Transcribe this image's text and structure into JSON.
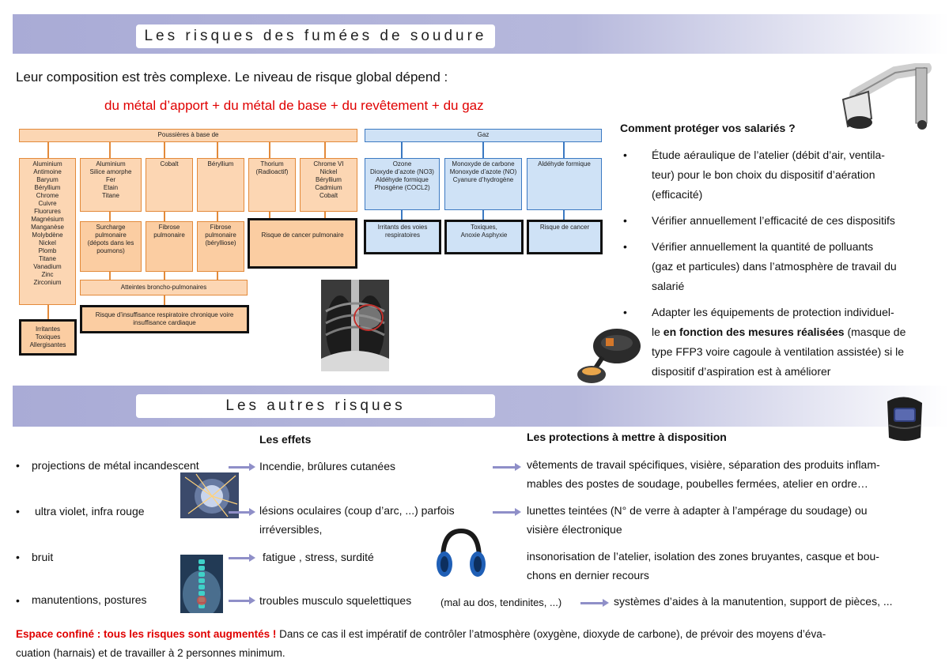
{
  "section1": {
    "title": "Les risques des fumées de soudure",
    "intro": "Leur composition est très complexe. Le niveau de risque global dépend :",
    "formula": "du métal d’apport + du métal de base + du revêtement + du gaz"
  },
  "diagram": {
    "dust_header": "Poussières à base de",
    "gas_header": "Gaz",
    "col1": "Aluminium\nAntimoine\nBaryum\nBéryllium\nChrome\nCuivre\nFluorures\nMagnésium\nManganèse\nMolybdène\nNickel\nPlomb\nTitane\nVanadium\nZinc\nZirconium",
    "col2": "Aluminium\nSilice amorphe\nFer\nEtain\nTitane",
    "col3": "Cobalt",
    "col4": "Béryllium",
    "col5": "Thorium\n(Radioactif)",
    "col6": "Chrome VI\nNickel\nBéryllium\nCadmium\nCobalt",
    "gas1": "Ozone\nDioxyde d’azote (NO3)\nAldéhyde formique\nPhosgène (COCL2)",
    "gas2": "Monoxyde de carbone\nMonoxyde d’azote (NO)\nCyanure d’hydrogène",
    "gas3": "Aldéhyde formique",
    "effect_irritantes": "Irritantes\nToxiques\nAllergisantes",
    "effect_surcharge": "Surcharge\npulmonaire\n(dépots dans les\npoumons)",
    "effect_fibrose1": "Fibrose\npulmonaire",
    "effect_fibrose2": "Fibrose\npulmonaire\n(bérylliose)",
    "effect_cancer": "Risque de cancer pulmonaire",
    "effect_broncho": "Atteintes broncho-pulmonaires",
    "effect_insuffisance": "Risque d’insuffisance respiratoire chronique voire\ninsuffisance cardiaque",
    "gas_effect1": "Irritants des voies\nrespiratoires",
    "gas_effect2": "Toxiques,\nAnoxie Asphyxie",
    "gas_effect3": "Risque de cancer"
  },
  "protection": {
    "heading": "Comment protéger vos salariés ?",
    "items": [
      [
        "Étude aéraulique de l’atelier (débit d’air, ventila-",
        "teur) pour le bon choix du dispositif d’aération",
        "(efficacité)"
      ],
      [
        "Vérifier annuellement l’efficacité de ces dispositifs"
      ],
      [
        "Vérifier annuellement la quantité de polluants",
        "(gaz et particules) dans l’atmosphère de travail du",
        "salarié"
      ]
    ],
    "last_item": {
      "l1": "Adapter les équipements de protection individuel-",
      "l2a": "le ",
      "l2b": "en fonction des mesures réalisées",
      "l2c": " (masque de",
      "l3": "type FFP3 voire cagoule à ventilation assistée) si le",
      "l4": "dispositif d’aspiration est à améliorer"
    }
  },
  "section2": {
    "title": "Les autres risques",
    "effects_header": "Les effets",
    "protections_header": "Les protections  à mettre à disposition",
    "rows": [
      {
        "risk": "projections de métal incandescent",
        "effect": "Incendie, brûlures cutanées",
        "protection_l1": "vêtements de travail spécifiques, visière, séparation des produits inflam-",
        "protection_l2": "mables des postes de soudage, poubelles fermées, atelier en ordre…"
      },
      {
        "risk": "ultra violet, infra rouge",
        "effect": "lésions oculaires (coup d’arc, ...) parfois",
        "effect_l2": "irréversibles,",
        "protection_l1": "lunettes teintées (N° de verre à adapter à l’ampérage du soudage) ou",
        "protection_l2": "visière électronique"
      },
      {
        "risk": "bruit",
        "effect": "fatigue , stress, surdité",
        "protection_l1": "insonorisation de l’atelier, isolation des zones bruyantes, casque et bou-",
        "protection_l2": "chons en dernier recours"
      },
      {
        "risk": "manutentions, postures",
        "effect": "troubles musculo squelettiques",
        "effect_extra": "(mal au dos, tendinites, ...)",
        "protection_l1": "systèmes d’aides à la manutention, support de pièces, ..."
      }
    ],
    "bullet": "•"
  },
  "footer": {
    "red": "Espace confiné : tous les risques sont augmentés !",
    "text": " Dans ce cas il est impératif de contrôler l’atmosphère (oxygène, dioxyde de carbone), de prévoir des moyens d’éva-",
    "text2": "cuation (harnais) et de travailler à 2 personnes minimum."
  },
  "icons": [
    "fume-extractor-icon",
    "respirator-mask-icon",
    "chest-xray-image",
    "welding-helmet-icon",
    "welding-sparks-image",
    "spine-image",
    "ear-muffs-icon"
  ]
}
